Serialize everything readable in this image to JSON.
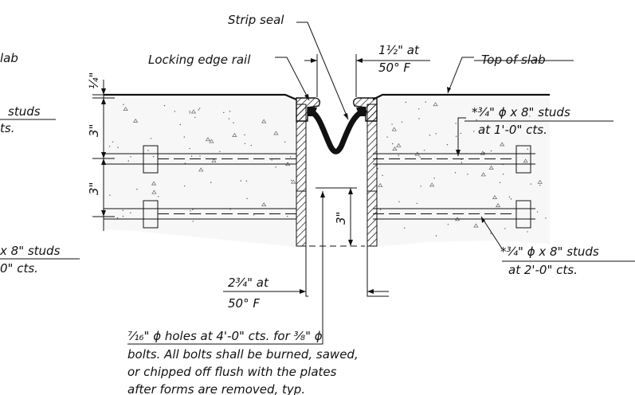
{
  "labels": {
    "strip_seal": "Strip seal",
    "locking_edge_rail": "Locking edge rail",
    "top_of_slab": "Top of slab",
    "top_of_slab_left_fragment": "lab",
    "gap_top": {
      "line1": "1½\" at",
      "line2": "50° F"
    },
    "gap_bottom": {
      "line1": "2¾\" at",
      "line2": "50° F"
    },
    "studs_right_top": {
      "line1": "*¾\" ϕ x 8\" studs",
      "line2": "at 1'-0\" cts."
    },
    "studs_right_bottom": {
      "line1": "*¾\" ϕ x 8\" studs",
      "line2": "at 2'-0\" cts."
    },
    "studs_left_top_fragment": {
      "line1": "studs",
      "line2": "ts."
    },
    "studs_left_bottom_fragment": {
      "line1": "x 8\" studs",
      "line2": "0\" cts."
    },
    "dim_quarter": "¼\"",
    "dim_3_top": "3\"",
    "dim_3_bottom": "3\"",
    "dim_3_center": "3\"",
    "note": {
      "line1": "⁷⁄₁₆\" ϕ holes at 4'-0\" cts. for ³⁄₈\" ϕ",
      "line2": "bolts. All bolts shall be burned, sawed,",
      "line3": "or chipped off flush with the plates",
      "line4": "after forms are removed, typ."
    }
  }
}
